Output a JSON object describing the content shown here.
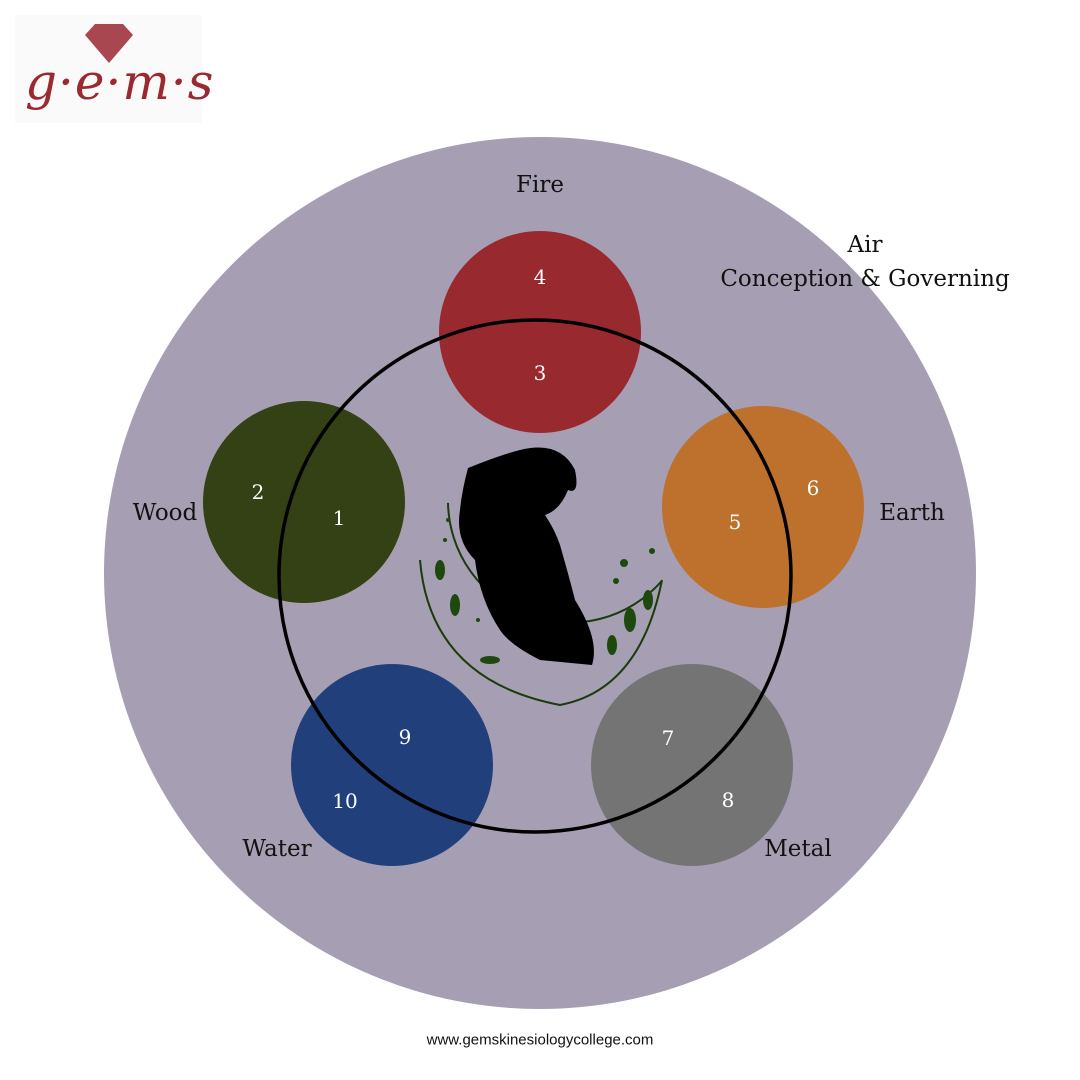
{
  "logo": {
    "text": "g·e·m·s",
    "color": "#9b2a30"
  },
  "outer": {
    "label_line1": "Air",
    "label_line2": "Conception & Governing",
    "color": "#a69eb3"
  },
  "elements": [
    {
      "name": "Fire",
      "color": "#98292f",
      "numbers": [
        "4",
        "3"
      ]
    },
    {
      "name": "Wood",
      "color": "#344114",
      "numbers": [
        "2",
        "1"
      ]
    },
    {
      "name": "Earth",
      "color": "#be712d",
      "numbers": [
        "6",
        "5"
      ]
    },
    {
      "name": "Water",
      "color": "#21407b",
      "numbers": [
        "9",
        "10"
      ]
    },
    {
      "name": "Metal",
      "color": "#747474",
      "numbers": [
        "7",
        "8"
      ]
    }
  ],
  "footer": "www.gemskinesiologycollege.com"
}
